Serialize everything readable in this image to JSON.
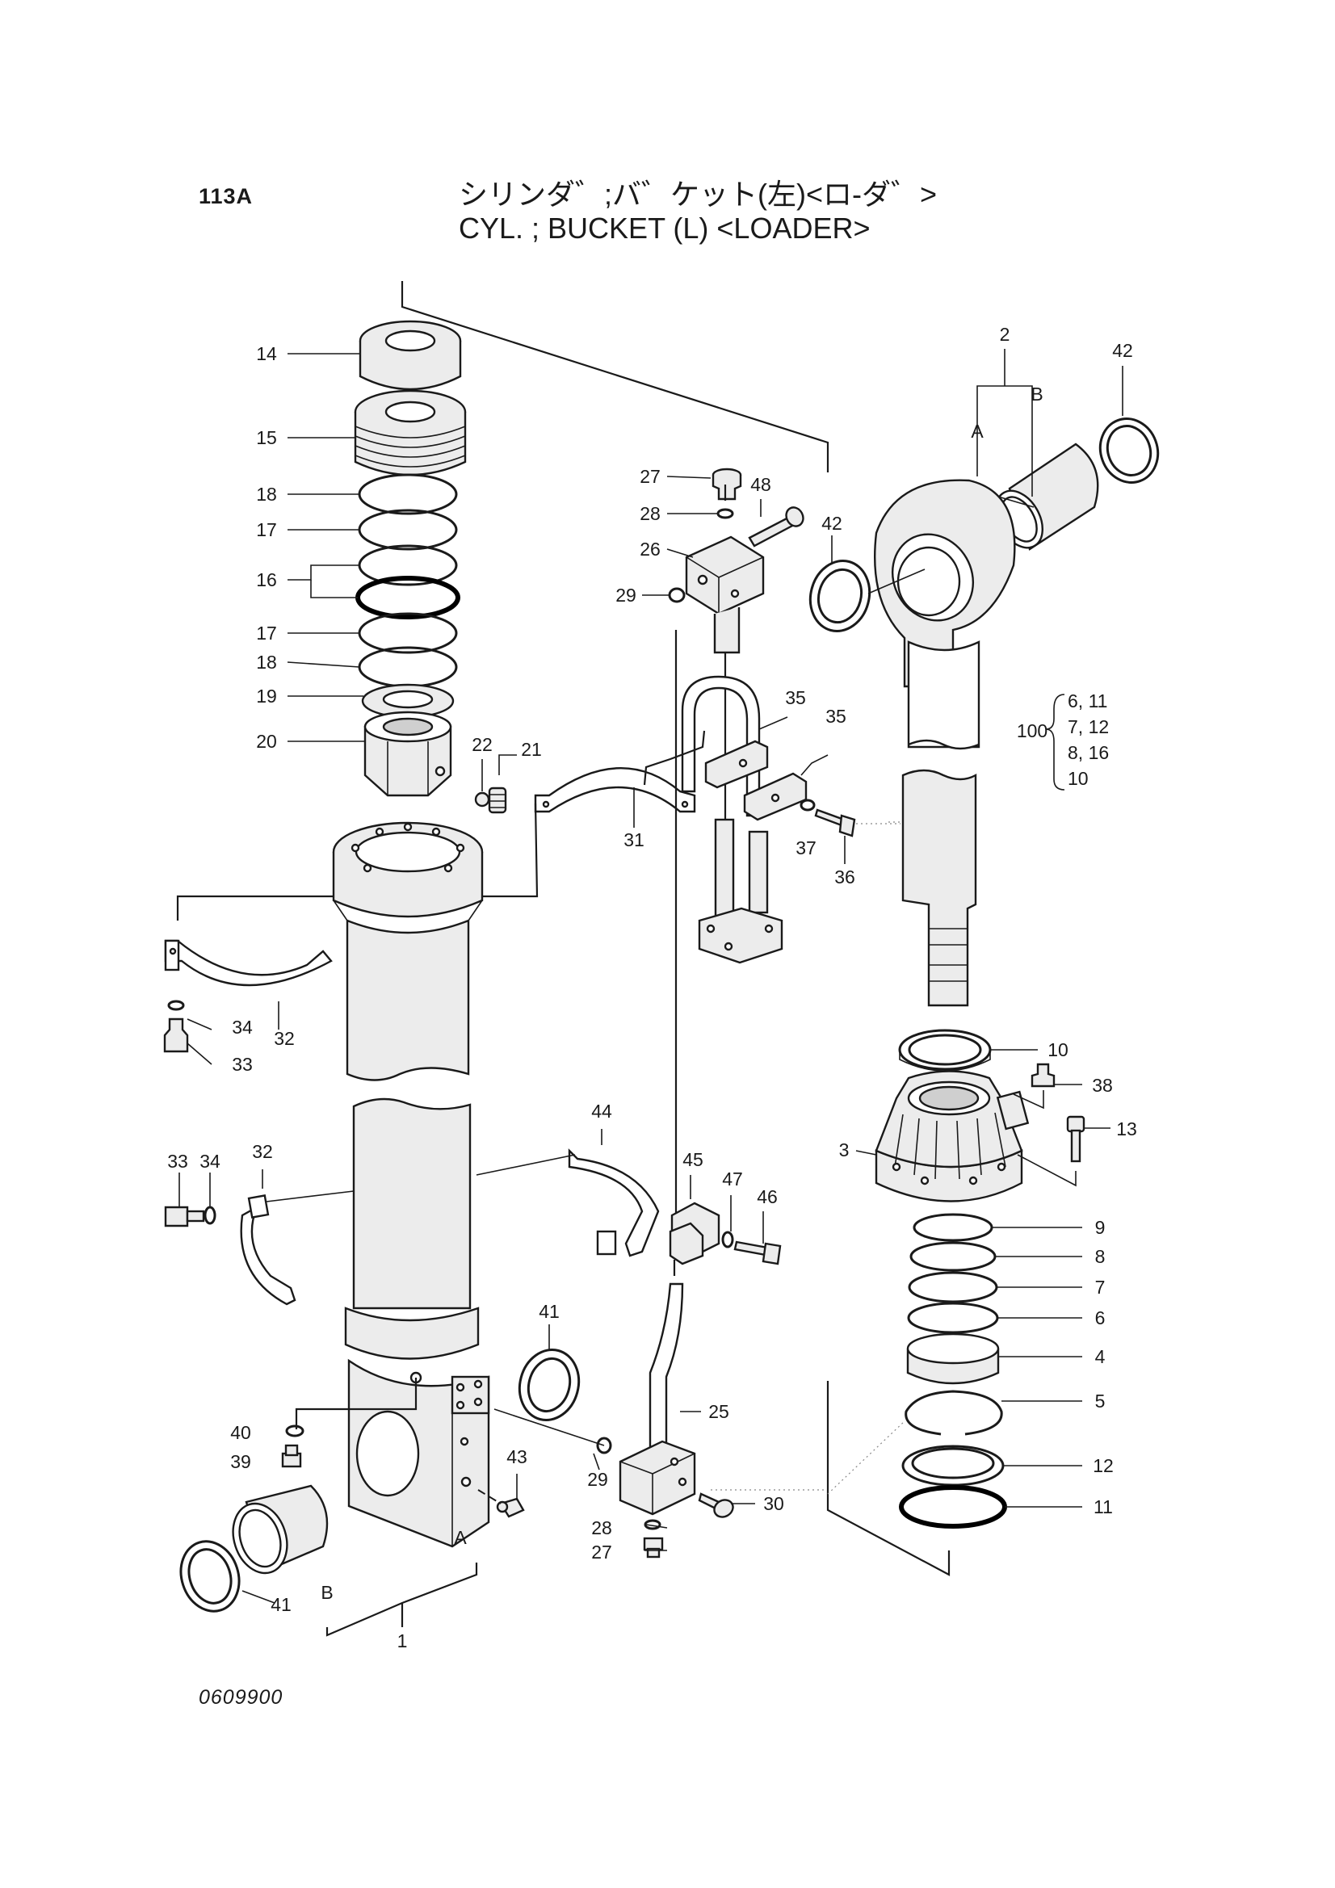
{
  "header": {
    "page_id": "113A",
    "title_jp": "シリンダ゛;バ゛ケット(左)<ロ-ダ゛>",
    "title_en": "CYL. ; BUCKET (L) <LOADER>"
  },
  "callouts": {
    "c1": "1",
    "c2": "2",
    "c3": "3",
    "c4": "4",
    "c5": "5",
    "c6": "6",
    "c7": "7",
    "c8": "8",
    "c9": "9",
    "c10a": "10",
    "c11": "11",
    "c12": "12",
    "c13": "13",
    "c14": "14",
    "c15": "15",
    "c16": "16",
    "c17a": "17",
    "c17b": "17",
    "c18a": "18",
    "c18b": "18",
    "c19": "19",
    "c20": "20",
    "c21": "21",
    "c22": "22",
    "c25": "25",
    "c26": "26",
    "c27a": "27",
    "c27b": "27",
    "c28a": "28",
    "c28b": "28",
    "c29a": "29",
    "c29b": "29",
    "c30": "30",
    "c31": "31",
    "c32a": "32",
    "c32b": "32",
    "c33a": "33",
    "c33b": "33",
    "c34a": "34",
    "c34b": "34",
    "c35a": "35",
    "c35b": "35",
    "c36": "36",
    "c37": "37",
    "c38": "38",
    "c39": "39",
    "c40": "40",
    "c41a": "41",
    "c41b": "41",
    "c42a": "42",
    "c42b": "42",
    "c43": "43",
    "c44": "44",
    "c45": "45",
    "c46": "46",
    "c47": "47",
    "c48": "48",
    "sub_a1": "A",
    "sub_b1": "B",
    "sub_a2": "A",
    "sub_b2": "B"
  },
  "kit": {
    "number": "100",
    "rows": [
      "6, 11",
      "7, 12",
      "8, 16",
      "10"
    ]
  },
  "footer": {
    "doc_no": "0609900"
  }
}
